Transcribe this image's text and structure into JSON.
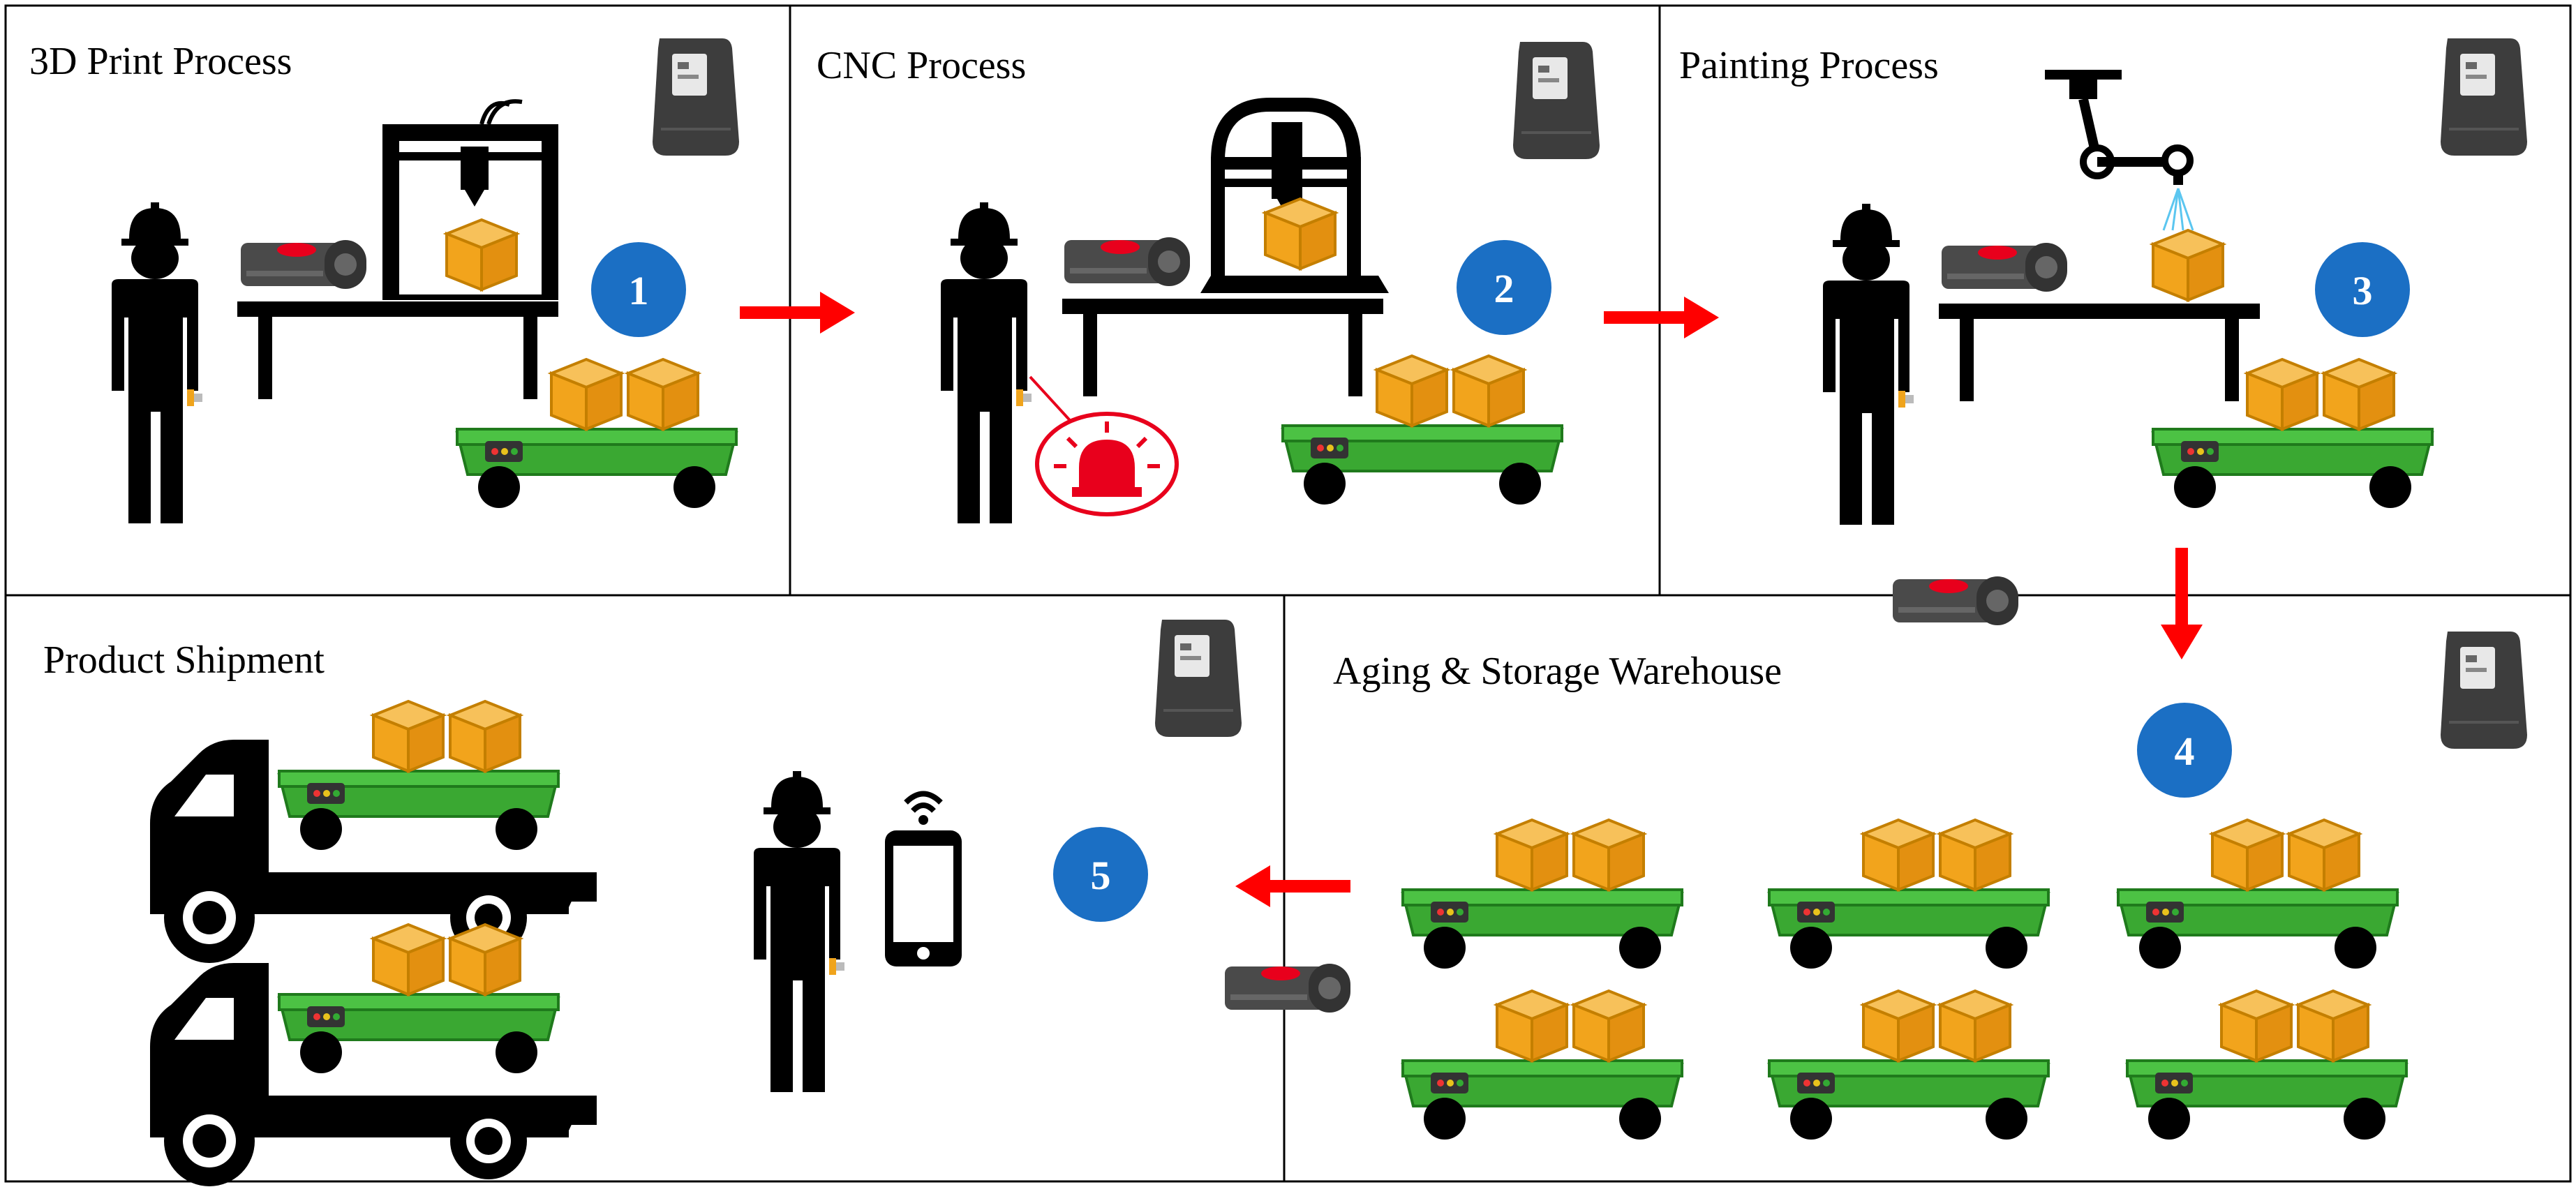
{
  "sections": {
    "print": {
      "title": "3D Print Process"
    },
    "cnc": {
      "title": "CNC Process"
    },
    "paint": {
      "title": "Painting Process"
    },
    "storage": {
      "title": "Aging & Storage Warehouse"
    },
    "shipment": {
      "title": "Product Shipment"
    }
  },
  "steps": [
    "1",
    "2",
    "3",
    "4",
    "5"
  ],
  "colors": {
    "step_circle": "#1b6fc4",
    "arrow": "#ff0000",
    "cart": "#3aa832",
    "cart_edge": "#1f7a1c",
    "box": "#f2a41c",
    "alarm": "#e8001c",
    "device": "#3a3a3a"
  },
  "icons": [
    "worker-icon",
    "3d-printer-icon",
    "cnc-machine-icon",
    "robot-arm-icon",
    "gateway-device-icon",
    "scanner-icon",
    "agv-cart-icon",
    "box-icon",
    "alarm-icon",
    "truck-icon",
    "smartphone-icon"
  ]
}
